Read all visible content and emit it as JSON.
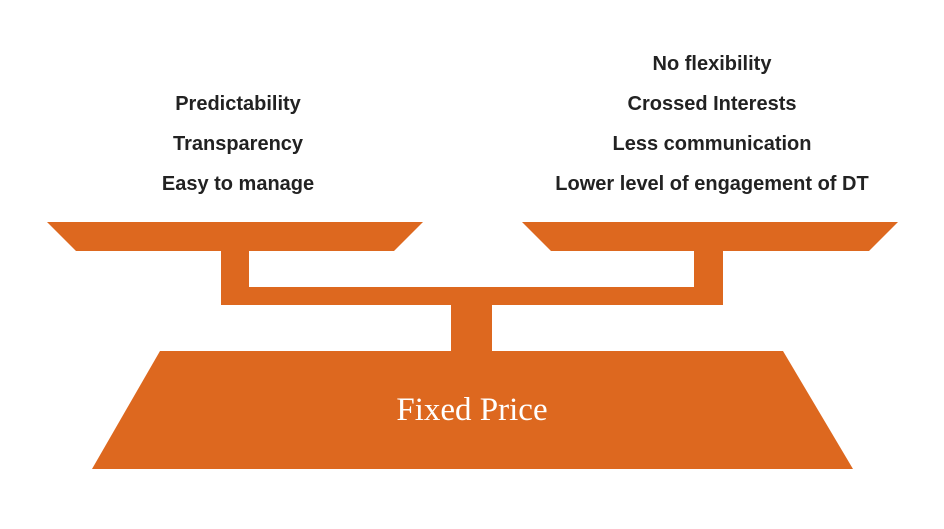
{
  "colors": {
    "scale": "#dd681f",
    "text": "#222222",
    "base_text": "#ffffff"
  },
  "left_pan": {
    "items": [
      "Predictability",
      "Transparency",
      "Easy to manage"
    ]
  },
  "right_pan": {
    "items": [
      "No flexibility",
      "Crossed Interests",
      "Less communication",
      "Lower level of engagement of DT"
    ]
  },
  "base": {
    "label": "Fixed Price"
  }
}
